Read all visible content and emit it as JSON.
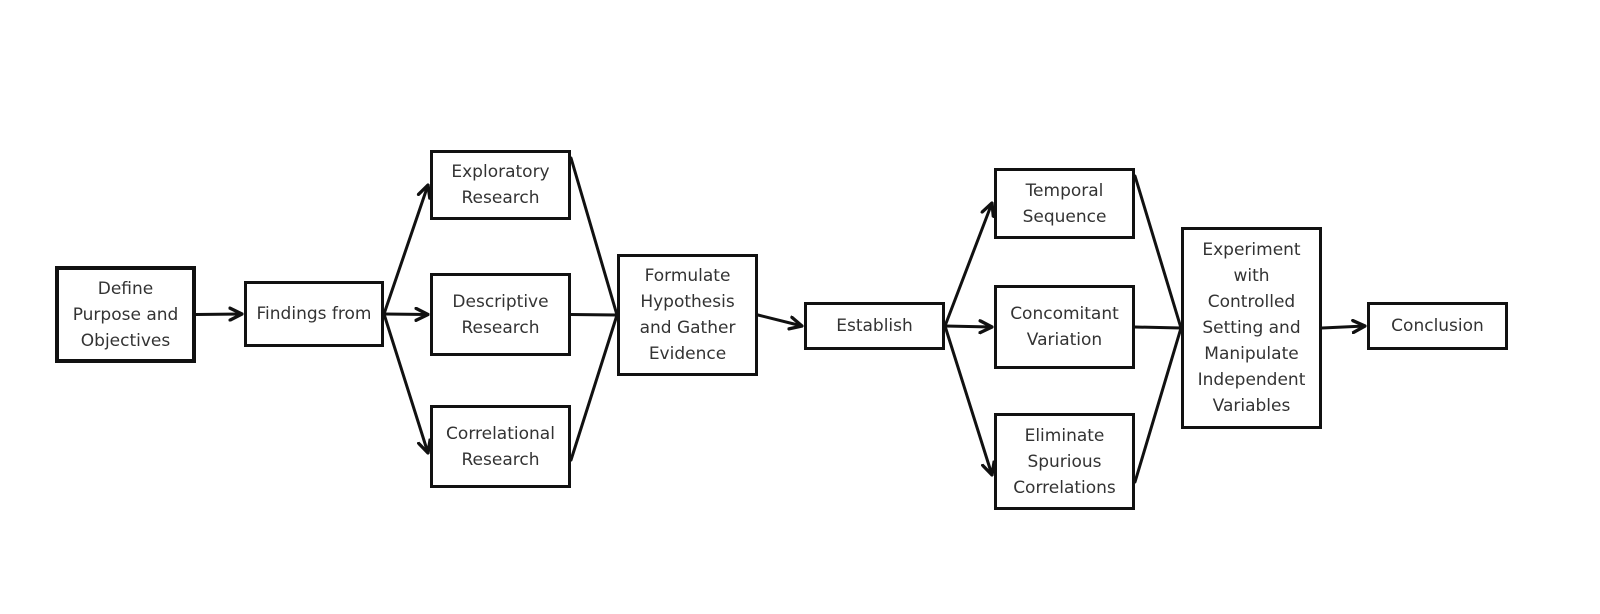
{
  "diagram": {
    "type": "flowchart",
    "direction": "left-to-right",
    "nodes": [
      {
        "id": "define",
        "label": "Define\nPurpose and\nObjectives"
      },
      {
        "id": "findings",
        "label": "Findings from"
      },
      {
        "id": "exploratory",
        "label": "Exploratory\nResearch"
      },
      {
        "id": "descriptive",
        "label": "Descriptive\nResearch"
      },
      {
        "id": "correlational",
        "label": "Correlational\nResearch"
      },
      {
        "id": "formulate",
        "label": "Formulate\nHypothesis\nand Gather\nEvidence"
      },
      {
        "id": "establish",
        "label": "Establish"
      },
      {
        "id": "temporal",
        "label": "Temporal\nSequence"
      },
      {
        "id": "concomitant",
        "label": "Concomitant\nVariation"
      },
      {
        "id": "eliminate",
        "label": "Eliminate\nSpurious\nCorrelations"
      },
      {
        "id": "experiment",
        "label": "Experiment\nwith\nControlled\nSetting and\nManipulate\nIndependent\nVariables"
      },
      {
        "id": "conclusion",
        "label": "Conclusion"
      }
    ],
    "edges": [
      {
        "from": "define",
        "to": "findings",
        "arrow": true
      },
      {
        "from": "findings",
        "to": "exploratory",
        "arrow": true
      },
      {
        "from": "findings",
        "to": "descriptive",
        "arrow": true
      },
      {
        "from": "findings",
        "to": "correlational",
        "arrow": true
      },
      {
        "from": "exploratory",
        "to": "formulate",
        "arrow": false
      },
      {
        "from": "descriptive",
        "to": "formulate",
        "arrow": false
      },
      {
        "from": "correlational",
        "to": "formulate",
        "arrow": false
      },
      {
        "from": "formulate",
        "to": "establish",
        "arrow": true
      },
      {
        "from": "establish",
        "to": "temporal",
        "arrow": true
      },
      {
        "from": "establish",
        "to": "concomitant",
        "arrow": true
      },
      {
        "from": "establish",
        "to": "eliminate",
        "arrow": true
      },
      {
        "from": "temporal",
        "to": "experiment",
        "arrow": false
      },
      {
        "from": "concomitant",
        "to": "experiment",
        "arrow": false
      },
      {
        "from": "eliminate",
        "to": "experiment",
        "arrow": false
      },
      {
        "from": "experiment",
        "to": "conclusion",
        "arrow": true
      }
    ]
  },
  "colors": {
    "line": "#111111",
    "text": "#333333",
    "background": "#ffffff"
  }
}
